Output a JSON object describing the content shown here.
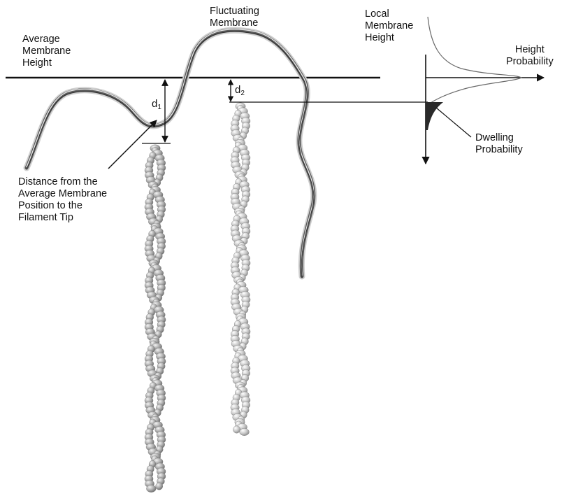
{
  "labels": {
    "average_membrane_height": [
      "Average",
      "Membrane",
      "Height"
    ],
    "fluctuating_membrane": [
      "Fluctuating",
      "Membrane"
    ],
    "local_membrane_height": [
      "Local",
      "Membrane",
      "Height"
    ],
    "height_probability": [
      "Height",
      "Probability"
    ],
    "dwelling_probability": [
      "Dwelling",
      "Probability"
    ],
    "distance_caption": [
      "Distance from the",
      "Average Membrane",
      "Position to the",
      "Filament Tip"
    ],
    "d1": {
      "base": "d",
      "sub": "1"
    },
    "d2": {
      "base": "d",
      "sub": "2"
    }
  },
  "colors": {
    "ink": "#111111",
    "membrane": "#4a4a4a",
    "filament_1": "#a8a8a8",
    "filament_2": "#c6c6c6",
    "dwelling_fill": "#2a2a2a"
  }
}
